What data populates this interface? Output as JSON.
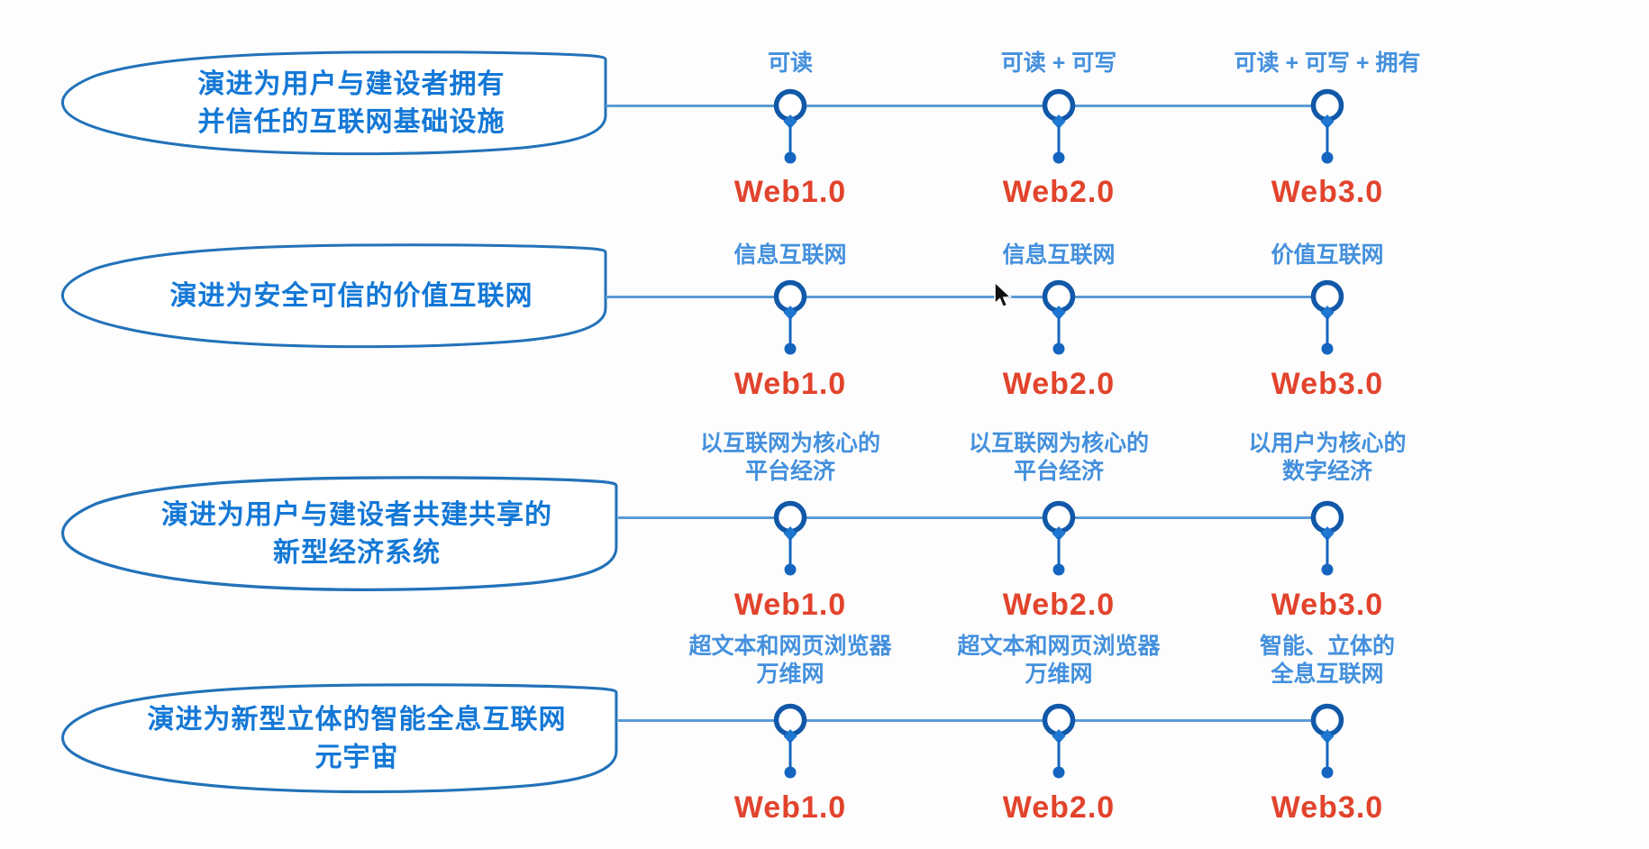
{
  "diagram": {
    "title": "Web1.0 / Web2.0 / Web3.0 evolution timelines",
    "rows": [
      {
        "bubble": "演进为用户与建设者拥有\n并信任的互联网基础设施",
        "nodes": [
          {
            "label": "可读",
            "version": "Web1.0"
          },
          {
            "label": "可读 + 可写",
            "version": "Web2.0"
          },
          {
            "label": "可读 + 可写 + 拥有",
            "version": "Web3.0"
          }
        ]
      },
      {
        "bubble": "演进为安全可信的价值互联网",
        "nodes": [
          {
            "label": "信息互联网",
            "version": "Web1.0"
          },
          {
            "label": "信息互联网",
            "version": "Web2.0"
          },
          {
            "label": "价值互联网",
            "version": "Web3.0"
          }
        ]
      },
      {
        "bubble": "演进为用户与建设者共建共享的\n新型经济系统",
        "nodes": [
          {
            "label": "以互联网为核心的\n平台经济",
            "version": "Web1.0"
          },
          {
            "label": "以互联网为核心的\n平台经济",
            "version": "Web2.0"
          },
          {
            "label": "以用户为核心的\n数字经济",
            "version": "Web3.0"
          }
        ]
      },
      {
        "bubble": "演进为新型立体的智能全息互联网\n元宇宙",
        "nodes": [
          {
            "label": "超文本和网页浏览器\n万维网",
            "version": "Web1.0"
          },
          {
            "label": "超文本和网页浏览器\n万维网",
            "version": "Web2.0"
          },
          {
            "label": "智能、立体的\n全息互联网",
            "version": "Web3.0"
          }
        ]
      }
    ],
    "colors": {
      "bubble_border": "#2272B9",
      "bubble_text": "#1478D6",
      "timeline_line": "#5B9BD5",
      "node_ring": "#1158A8",
      "node_stem": "#1565C0",
      "node_label": "#4490DD",
      "version_label": "#E2432C"
    }
  }
}
